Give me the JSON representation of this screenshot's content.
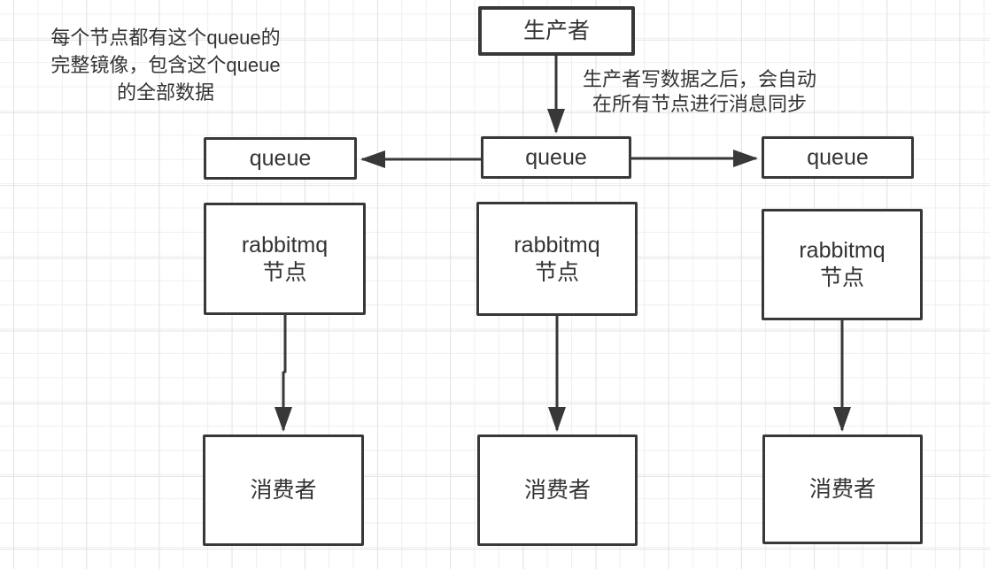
{
  "diagram": {
    "producer": {
      "label": "生产者"
    },
    "queues": {
      "left": {
        "label": "queue"
      },
      "middle": {
        "label": "queue"
      },
      "right": {
        "label": "queue"
      }
    },
    "rabbitmq_nodes": {
      "left": {
        "label": "rabbitmq\n节点"
      },
      "middle": {
        "label": "rabbitmq\n节点"
      },
      "right": {
        "label": "rabbitmq\n节点"
      }
    },
    "consumers": {
      "left": {
        "label": "消费者"
      },
      "middle": {
        "label": "消费者"
      },
      "right": {
        "label": "消费者"
      }
    },
    "annotations": {
      "mirror_note": "每个节点都有这个queue的\n完整镜像，包含这个queue\n的全部数据",
      "sync_note": "生产者写数据之后，会自动\n在所有节点进行消息同步"
    },
    "colors": {
      "stroke": "#383838",
      "text": "#333333",
      "background": "#ffffff",
      "grid_minor": "#efefef",
      "grid_major": "#e3e3e3"
    }
  }
}
